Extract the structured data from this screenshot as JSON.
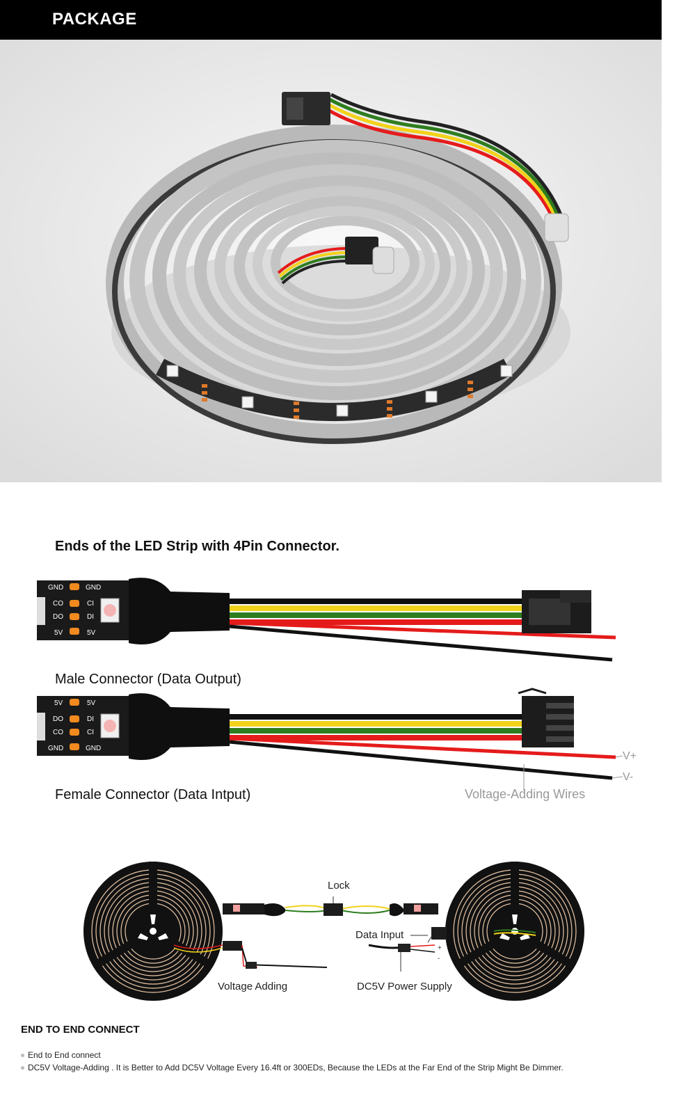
{
  "header": {
    "title": "PACKAGE"
  },
  "product_photo": {
    "subject": "coiled LED strip with 4-pin connectors"
  },
  "connector_section": {
    "title": "Ends of the LED Strip with 4Pin Connector.",
    "male_label": "Male Connector (Data Output)",
    "female_label": "Female Connector (Data Intput)",
    "voltage_adding_wires": "Voltage-Adding Wires",
    "v_plus": "V+",
    "v_minus": "V-",
    "male_pads_left": [
      "GND",
      "CO",
      "DO",
      "5V"
    ],
    "male_pads_right": [
      "GND",
      "CI",
      "DI",
      "5V"
    ],
    "female_pads_left": [
      "5V",
      "DO",
      "CO",
      "GND"
    ],
    "female_pads_right": [
      "5V",
      "DI",
      "CI",
      "GND"
    ],
    "wire_colors": {
      "black": "#111111",
      "yellow": "#f2d21b",
      "green": "#2e7d1f",
      "red": "#e51b1b"
    }
  },
  "end_to_end_diagram": {
    "lock_label": "Lock",
    "data_input_label": "Data Input",
    "voltage_adding_label": "Voltage Adding",
    "dc5v_label": "DC5V Power Supply",
    "plus_sign": "+",
    "minus_sign": "-"
  },
  "end_to_end": {
    "title": "END TO END CONNECT",
    "bullets": [
      "End to End connect",
      "DC5V Voltage-Adding . It is Better to Add DC5V Voltage Every 16.4ft or 300EDs, Because the LEDs at the Far End of the Strip Might Be Dimmer."
    ]
  }
}
